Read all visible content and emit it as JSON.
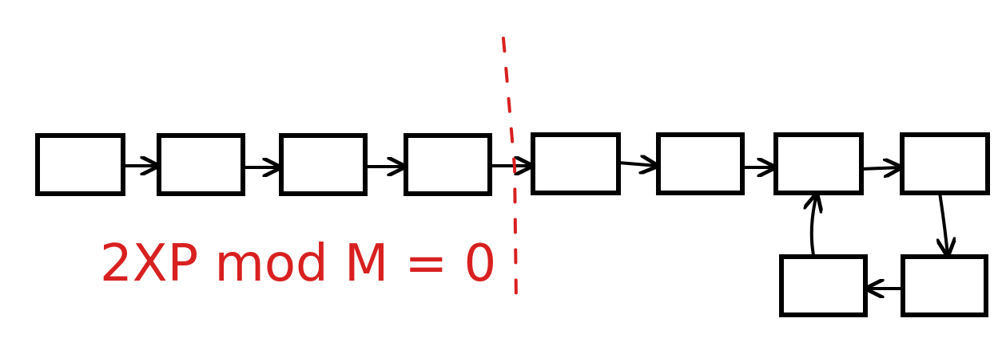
{
  "annotation": "2XP mod M = 0",
  "colors": {
    "ink": "#000000",
    "annotation": "#d92020"
  },
  "nodes": [
    {
      "id": "n1"
    },
    {
      "id": "n2"
    },
    {
      "id": "n3"
    },
    {
      "id": "n4"
    },
    {
      "id": "n5"
    },
    {
      "id": "n6"
    },
    {
      "id": "n7"
    },
    {
      "id": "n8"
    },
    {
      "id": "n9"
    },
    {
      "id": "n10"
    }
  ],
  "edges": [
    {
      "from": "n1",
      "to": "n2"
    },
    {
      "from": "n2",
      "to": "n3"
    },
    {
      "from": "n3",
      "to": "n4"
    },
    {
      "from": "n4",
      "to": "n5"
    },
    {
      "from": "n5",
      "to": "n6"
    },
    {
      "from": "n6",
      "to": "n7"
    },
    {
      "from": "n7",
      "to": "n8"
    },
    {
      "from": "n8",
      "to": "n9"
    },
    {
      "from": "n9",
      "to": "n10"
    },
    {
      "from": "n10",
      "to": "n7"
    }
  ]
}
